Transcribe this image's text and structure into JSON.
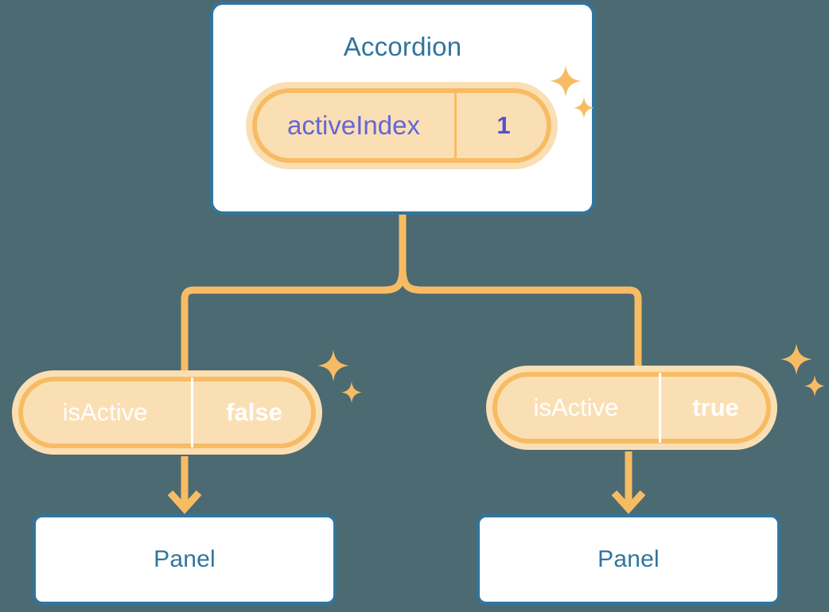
{
  "theme": {
    "background": "#4C6A72",
    "card_border": "#31759E",
    "card_fill": "#FFFFFF",
    "title_color": "#31759E",
    "pill_ring_outer": "#FBDFB4",
    "pill_ring_inner": "#F7BC63",
    "pill_purple_fill": "#6366D8",
    "pill_text_purple": "#6366D8",
    "pill_text_white": "#FFFFFF",
    "connector_color": "#F7BC63",
    "sparkle_color": "#F7BC63"
  },
  "diagram": {
    "type": "component-tree",
    "root": {
      "name": "accordion-card",
      "title": "Accordion",
      "state_pill": {
        "key": "activeIndex",
        "value": "1",
        "style": "white"
      }
    },
    "children": [
      {
        "name": "panel-left",
        "prop_pill": {
          "key": "isActive",
          "value": "false",
          "style": "purple"
        },
        "title": "Panel"
      },
      {
        "name": "panel-right",
        "prop_pill": {
          "key": "isActive",
          "value": "true",
          "style": "purple"
        },
        "title": "Panel"
      }
    ],
    "sparkles": [
      {
        "name": "sparkle-accordion"
      },
      {
        "name": "sparkle-false"
      },
      {
        "name": "sparkle-true"
      }
    ]
  }
}
